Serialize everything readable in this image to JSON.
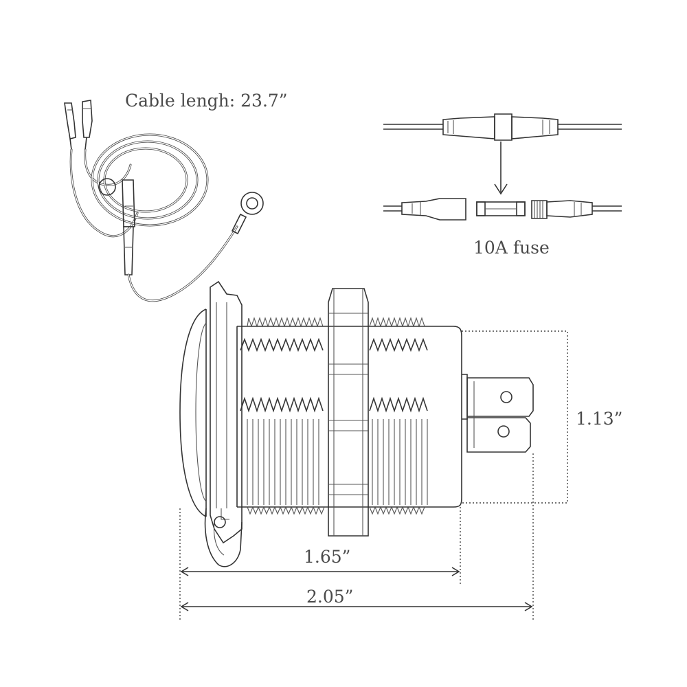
{
  "labels": {
    "cable_length": "Cable lengh: 23.7”",
    "fuse": "10A fuse",
    "height": "1.13”",
    "depth": "1.65”",
    "overall_length": "2.05”"
  },
  "dimensions": {
    "cable_length_in": 23.7,
    "fuse_rating_a": 10,
    "height_in": 1.13,
    "depth_in": 1.65,
    "overall_length_in": 2.05
  }
}
